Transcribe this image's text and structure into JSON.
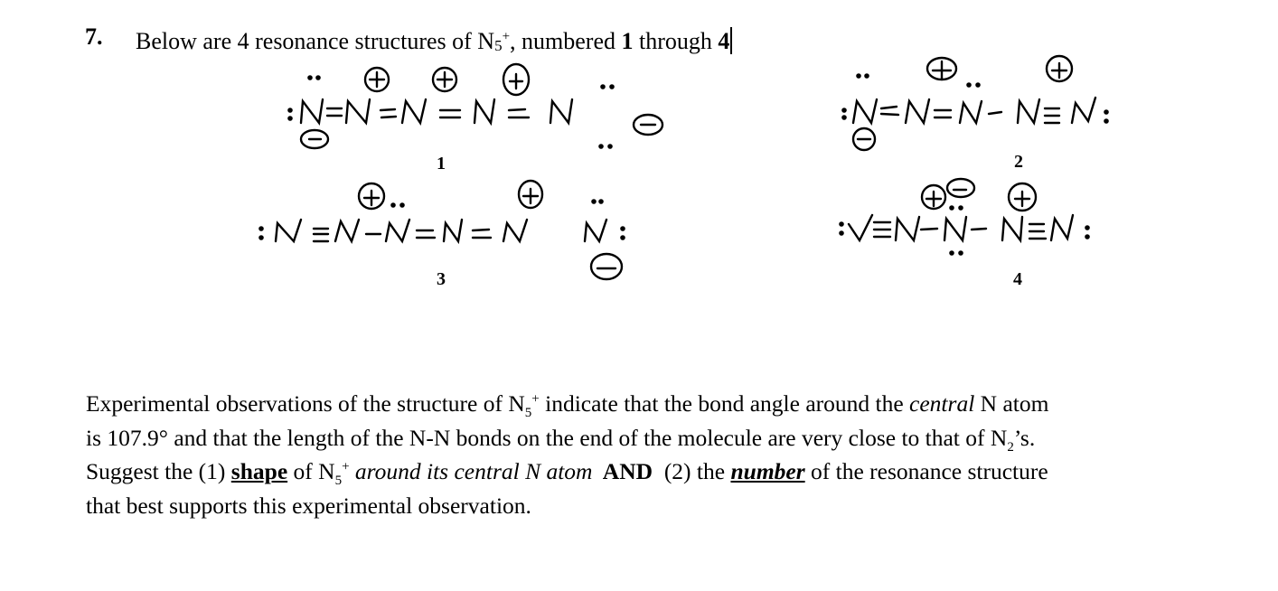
{
  "question": {
    "number": "7.",
    "intro_pre": "Below are 4 resonance structures of N",
    "intro_sub": "5",
    "intro_sup": "+",
    "intro_mid": ", numbered ",
    "intro_from": "1",
    "intro_between": " through ",
    "intro_to": "4"
  },
  "structures": [
    {
      "label": "1",
      "atoms": [
        "N",
        "N",
        "N",
        "N",
        "N"
      ],
      "bonds": [
        "=",
        "=",
        "=",
        "="
      ],
      "charges": [
        "-",
        "+",
        "+",
        "+",
        "-"
      ],
      "lone_pairs": [
        "2 (left + top)",
        "0",
        "0",
        "0",
        "2 (top + bottom)"
      ]
    },
    {
      "label": "2",
      "atoms": [
        "N",
        "N",
        "N",
        "N",
        "N"
      ],
      "bonds": [
        "=",
        "=",
        "-",
        "≡"
      ],
      "charges": [
        "-",
        "+",
        "0",
        "+",
        "0"
      ],
      "lone_pairs": [
        "2 (left + top)",
        "0",
        "1 (top)",
        "0",
        "1 (right)"
      ]
    },
    {
      "label": "3",
      "atoms": [
        "N",
        "N",
        "N",
        "N",
        "N"
      ],
      "bonds": [
        "≡",
        "-",
        "=",
        "="
      ],
      "charges": [
        "0",
        "+",
        "0",
        "+",
        "-"
      ],
      "lone_pairs": [
        "1 (left)",
        "0",
        "1 (top)",
        "0",
        "2 (top + right)"
      ]
    },
    {
      "label": "4",
      "atoms": [
        "N",
        "N",
        "N",
        "N",
        "N"
      ],
      "bonds": [
        "≡",
        "-",
        "-",
        "≡"
      ],
      "charges": [
        "0",
        "+",
        "-",
        "+",
        "0"
      ],
      "lone_pairs": [
        "1 (left)",
        "0",
        "2 (top + bottom)",
        "0",
        "1 (right)"
      ]
    }
  ],
  "paragraph": {
    "l1_a": "Experimental observations of the structure of N",
    "l1_sub": "5",
    "l1_sup": "+",
    "l1_b": " indicate that the bond angle around the ",
    "l1_i": "central",
    "l1_c": " N atom",
    "l2_a": "is 107.9° and that the length of the N-N bonds on the end of the molecule are very close to that of N",
    "l2_sub": "2",
    "l2_b": "’s.",
    "l3_a": "Suggest the (1) ",
    "l3_u": "shape",
    "l3_b": " of N",
    "l3_sub": "5",
    "l3_sup": "+",
    "l3_i": " around its central N atom",
    "l3_and": "  AND ",
    "l3_c": " (2) the ",
    "l3_ui": "number",
    "l3_d": " of the resonance structure",
    "l4": "that best supports this experimental observation."
  }
}
